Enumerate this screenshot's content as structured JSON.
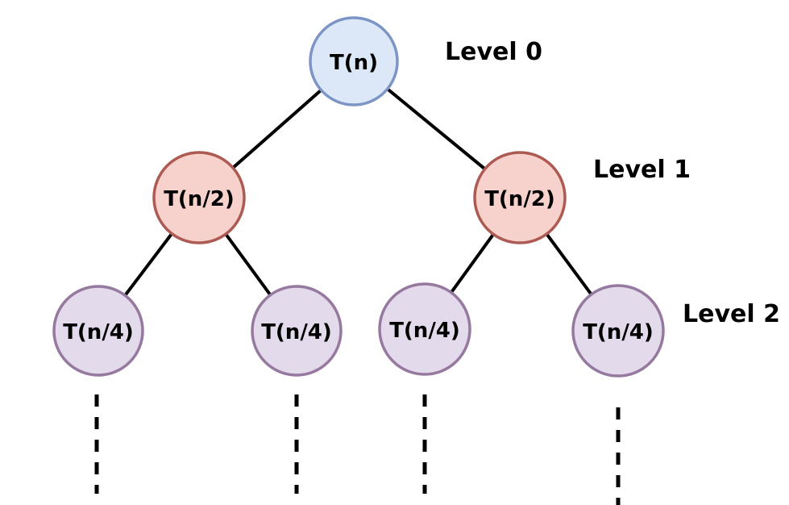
{
  "tree": {
    "type": "recursion-tree",
    "edge_color": "#000000",
    "text_color": "#000000",
    "levels": [
      {
        "label": "Level 0",
        "fill": "#dce8f8",
        "stroke": "#7c95c6"
      },
      {
        "label": "Level 1",
        "fill": "#f7d1cc",
        "stroke": "#ac5a52"
      },
      {
        "label": "Level 2",
        "fill": "#e3daec",
        "stroke": "#96799f"
      }
    ],
    "nodes": [
      {
        "label": "T(n)",
        "level": 0
      },
      {
        "label": "T(n/2)",
        "level": 1
      },
      {
        "label": "T(n/2)",
        "level": 1
      },
      {
        "label": "T(n/4)",
        "level": 2
      },
      {
        "label": "T(n/4)",
        "level": 2
      },
      {
        "label": "T(n/4)",
        "level": 2
      },
      {
        "label": "T(n/4)",
        "level": 2
      }
    ],
    "edges": [
      {
        "from": 0,
        "to": 1
      },
      {
        "from": 0,
        "to": 2
      },
      {
        "from": 1,
        "to": 3
      },
      {
        "from": 1,
        "to": 4
      },
      {
        "from": 2,
        "to": 5
      },
      {
        "from": 2,
        "to": 6
      }
    ],
    "continuation_count": 4
  }
}
